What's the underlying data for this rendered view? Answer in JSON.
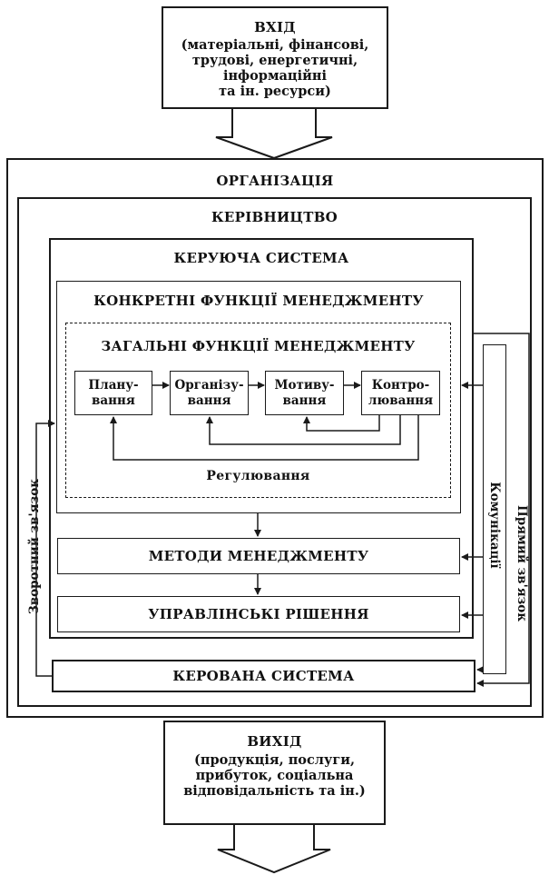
{
  "input": {
    "title": "ВХІД",
    "body": "(матеріальні, фінансові,\nтрудові,  енергетичні,\nінформаційні\nта ін. ресурси)"
  },
  "organization": {
    "title": "ОРГАНІЗАЦІЯ"
  },
  "management": {
    "title": "КЕРІВНИЦТВО"
  },
  "control_system": {
    "title": "КЕРУЮЧА СИСТЕМА"
  },
  "specific_functions": {
    "title": "КОНКРЕТНІ ФУНКЦІЇ МЕНЕДЖМЕНТУ"
  },
  "general_functions": {
    "title": "ЗАГАЛЬНІ ФУНКЦІЇ МЕНЕДЖМЕНТУ",
    "items": [
      "Плану-\nвання",
      "Організу-\nвання",
      "Мотиву-\nвання",
      "Контро-\nлювання"
    ],
    "regulation": "Регулювання"
  },
  "methods": {
    "label": "МЕТОДИ МЕНЕДЖМЕНТУ"
  },
  "decisions": {
    "label": "УПРАВЛІНСЬКІ РІШЕННЯ"
  },
  "managed_system": {
    "label": "КЕРОВАНА СИСТЕМА"
  },
  "side_labels": {
    "feedback": "Зворотний зв'язок",
    "communications": "Комунікації",
    "direct_link": "Прямий зв'язок"
  },
  "output": {
    "title": "ВИХІД",
    "body": "(продукція, послуги,\nприбуток, соціальна\nвідповідальність та ін.)"
  }
}
